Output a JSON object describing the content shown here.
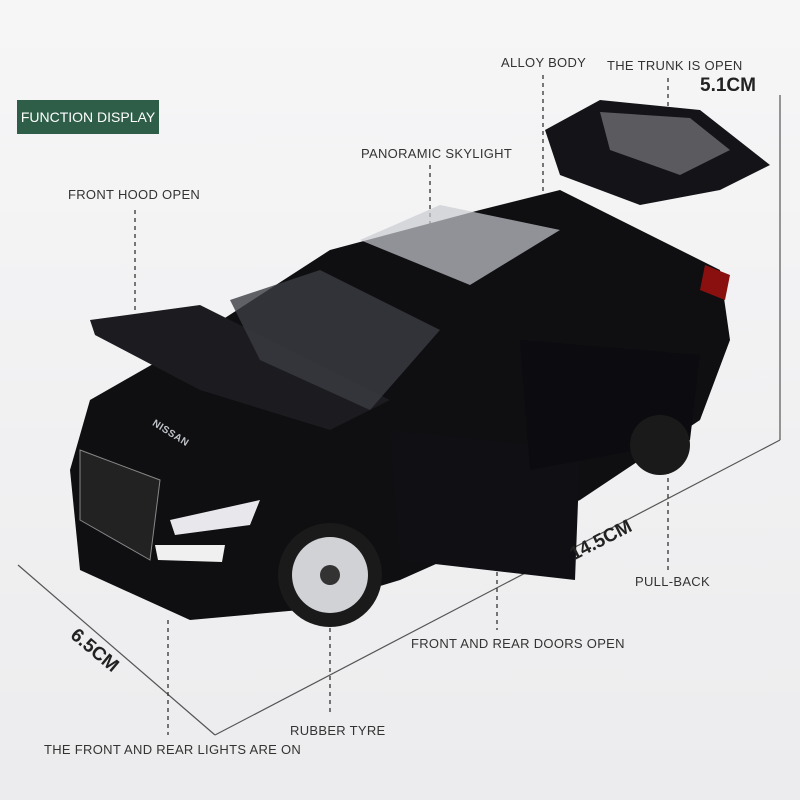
{
  "badge": "FUNCTION DISPLAY",
  "labels": {
    "alloy_body": "ALLOY BODY",
    "trunk_open": "THE TRUNK IS OPEN",
    "skylight": "PANORAMIC SKYLIGHT",
    "front_hood": "FRONT HOOD OPEN",
    "pull_back": "PULL-BACK",
    "doors_open": "FRONT AND REAR DOORS OPEN",
    "rubber_tyre": "RUBBER TYRE",
    "lights_on": "THE FRONT AND REAR LIGHTS ARE ON"
  },
  "dimensions": {
    "height": "5.1CM",
    "length": "14.5CM",
    "width": "6.5CM"
  },
  "brand": "NISSAN"
}
